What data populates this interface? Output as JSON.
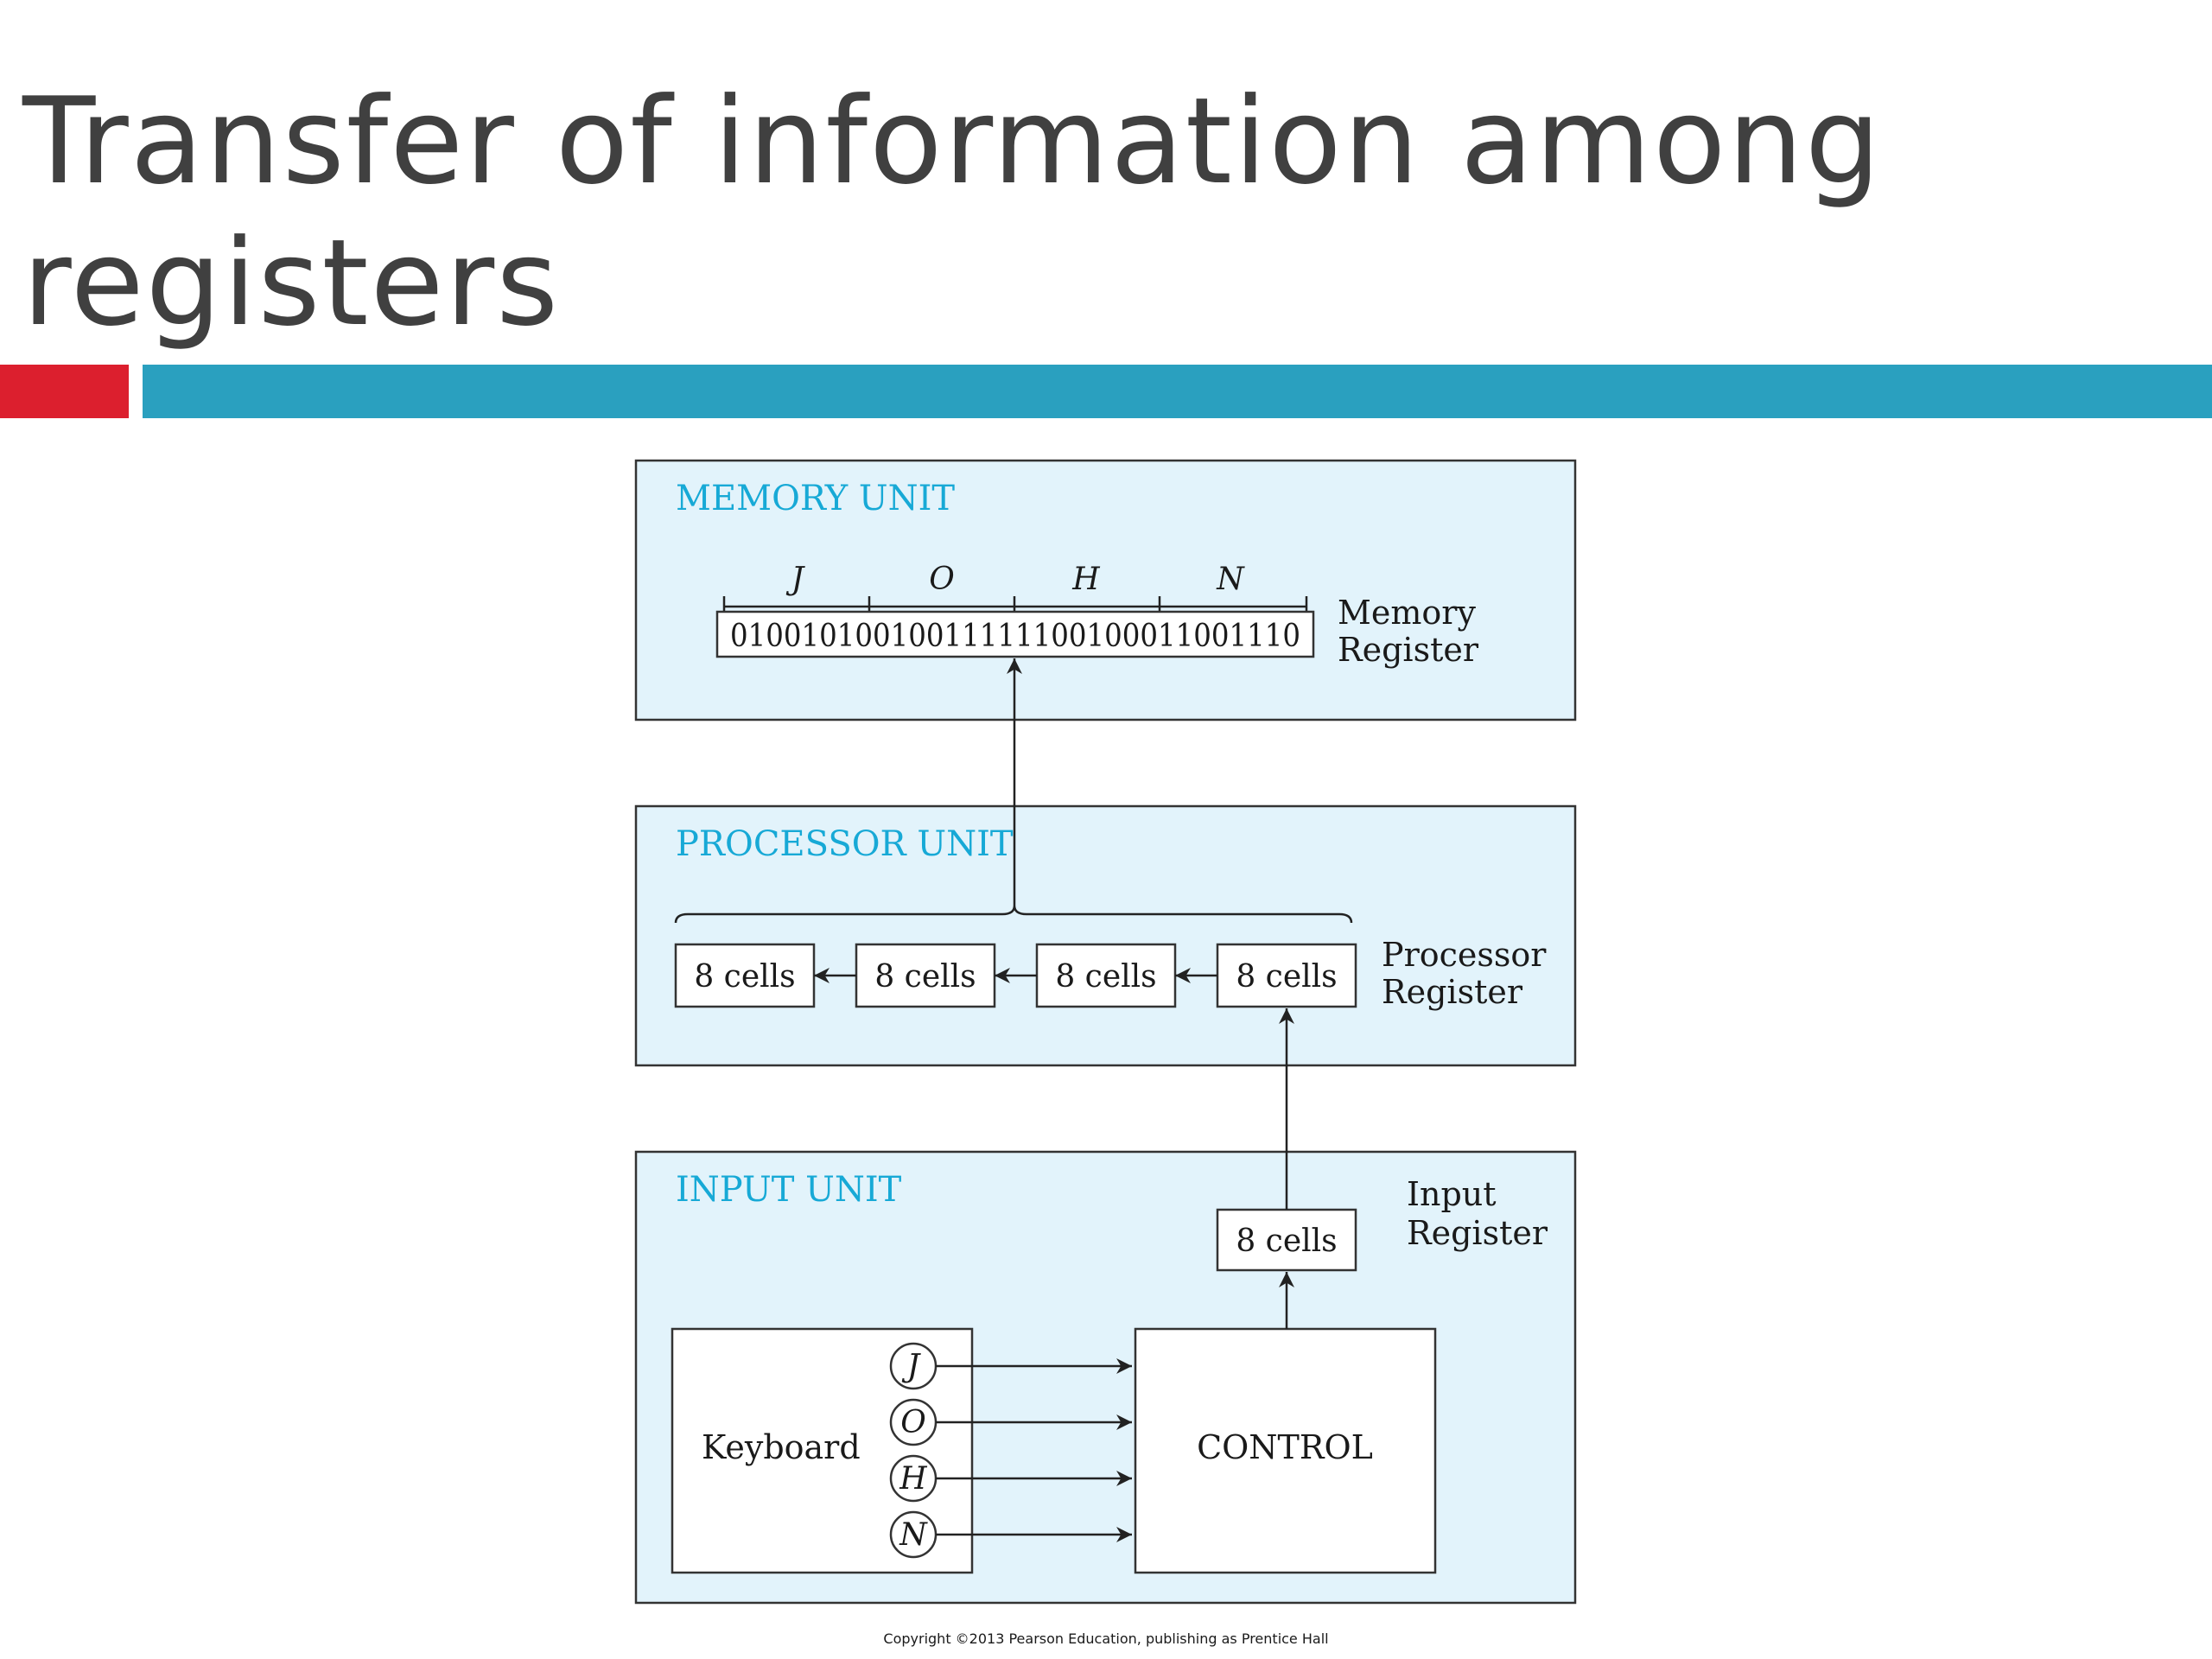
{
  "slide": {
    "title": "Transfer of information among registers"
  },
  "diagram": {
    "memory_unit": {
      "title": "MEMORY UNIT",
      "letters": [
        "J",
        "O",
        "H",
        "N"
      ],
      "bits": "01001010010011111100100011001110",
      "register_label_line1": "Memory",
      "register_label_line2": "Register"
    },
    "processor_unit": {
      "title": "PROCESSOR UNIT",
      "cells": [
        "8 cells",
        "8 cells",
        "8 cells",
        "8 cells"
      ],
      "register_label_line1": "Processor",
      "register_label_line2": "Register"
    },
    "input_unit": {
      "title": "INPUT UNIT",
      "cell": "8 cells",
      "register_label_line1": "Input",
      "register_label_line2": "Register",
      "keyboard_label": "Keyboard",
      "key_letters": [
        "J",
        "O",
        "H",
        "N"
      ],
      "control_label": "CONTROL"
    },
    "copyright": "Copyright ©2013 Pearson Education, publishing as Prentice Hall"
  }
}
